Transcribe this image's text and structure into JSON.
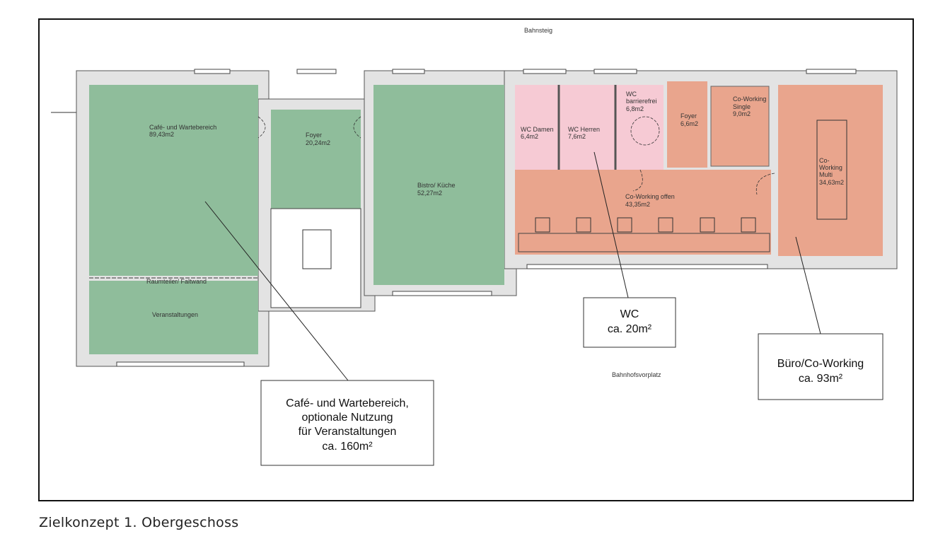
{
  "labels": {
    "top": "Bahnsteig",
    "bottom": "Bahnhofsvorplatz"
  },
  "rooms": {
    "cafe": {
      "name": "Café- und Wartebereich",
      "area": "89,43m2"
    },
    "foyer_left": {
      "name": "Foyer",
      "area": "20,24m2"
    },
    "bistro": {
      "name": "Bistro/ Küche",
      "area": "52,27m2"
    },
    "divider": {
      "name": "Raumteiler/ Faltwand"
    },
    "events": {
      "name": "Veranstaltungen"
    },
    "wc_damen": {
      "name": "WC Damen",
      "area": "6,4m2"
    },
    "wc_herren": {
      "name": "WC Herren",
      "area": "7,6m2"
    },
    "wc_barrierefrei": {
      "name1": "WC",
      "name2": "barrierefrei",
      "area": "6,8m2"
    },
    "foyer_right": {
      "name": "Foyer",
      "area": "6,6m2"
    },
    "cw_single": {
      "name1": "Co-Working",
      "name2": "Single",
      "area": "9,0m2"
    },
    "cw_offen": {
      "name": "Co-Working offen",
      "area": "43,35m2"
    },
    "cw_multi": {
      "name1": "Co-",
      "name2": "Working",
      "name3": "Multi",
      "area": "34,63m2"
    }
  },
  "callouts": {
    "wc": {
      "line1": "WC",
      "line2": "ca. 20m²"
    },
    "buero": {
      "line1": "Büro/Co-Working",
      "line2": "ca. 93m²"
    },
    "cafe": {
      "line1": "Café- und Wartebereich,",
      "line2": "optionale Nutzung",
      "line3": "für Veranstaltungen",
      "line4": "ca. 160m²"
    }
  },
  "caption": "Zielkonzept 1. Obergeschoss",
  "colors": {
    "green": "#8fbd9b",
    "salmon": "#e9a58d",
    "pink": "#f6cad4",
    "wall": "#e3e3e3"
  }
}
